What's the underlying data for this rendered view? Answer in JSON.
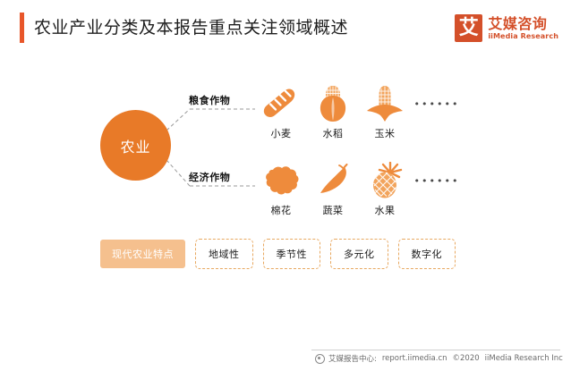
{
  "header": {
    "title": "农业产业分类及本报告重点关注领域概述",
    "accent_color": "#e8562a"
  },
  "logo": {
    "mark": "艾",
    "name_cn": "艾媒咨询",
    "name_en": "iiMedia Research",
    "color": "#d4502a"
  },
  "diagram": {
    "hub": {
      "label": "农业",
      "color": "#e87a28"
    },
    "branches": [
      {
        "label": "粮食作物",
        "items": [
          {
            "name": "小麦",
            "icon": "bread-icon"
          },
          {
            "name": "水稻",
            "icon": "rice-icon"
          },
          {
            "name": "玉米",
            "icon": "corn-icon"
          }
        ],
        "more": "••••••"
      },
      {
        "label": "经济作物",
        "items": [
          {
            "name": "棉花",
            "icon": "cotton-icon"
          },
          {
            "name": "蔬菜",
            "icon": "chili-pepper-icon"
          },
          {
            "name": "水果",
            "icon": "pineapple-icon"
          }
        ],
        "more": "••••••"
      }
    ]
  },
  "features": {
    "heading": "现代农业特点",
    "heading_color": "#f5c08e",
    "chips": [
      "地域性",
      "季节性",
      "多元化",
      "数字化"
    ],
    "chip_border_color": "#e8a860"
  },
  "footer": {
    "source_label": "艾媒报告中心:",
    "url": "report.iimedia.cn",
    "copyright": "©2020",
    "company": "iiMedia Research Inc"
  }
}
